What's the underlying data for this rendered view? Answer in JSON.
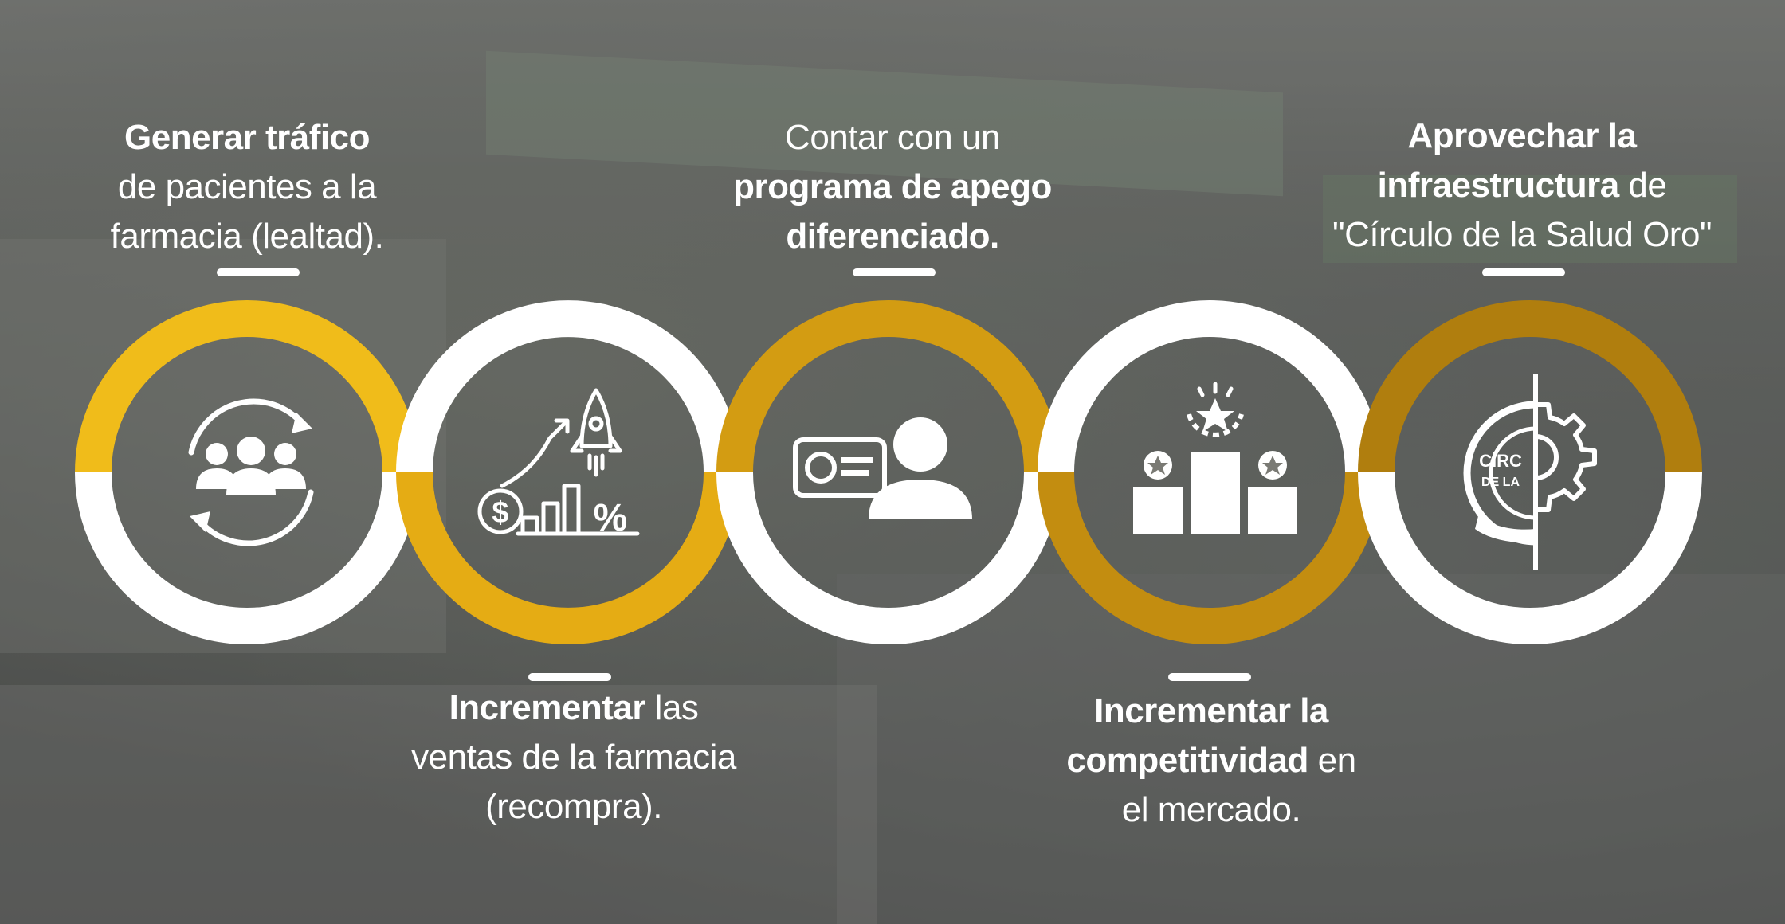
{
  "colors": {
    "ring_gold_1": "#F0BC1A",
    "ring_gold_2": "#E5AC14",
    "ring_gold_3": "#D39C12",
    "ring_gold_4": "#C38D10",
    "ring_gold_5": "#B07E0E",
    "ring_white": "#FFFFFF"
  },
  "steps": [
    {
      "bold": "Generar tráfico",
      "rest_1": "de pacientes a la",
      "rest_2": "farmacia (lealtad).",
      "icon": "people-cycle-icon"
    },
    {
      "bold": "Incrementar",
      "rest_1": " las",
      "rest_2": "ventas de la farmacia",
      "rest_3": "(recompra).",
      "icon": "growth-rocket-icon"
    },
    {
      "line_1": "Contar con un",
      "bold_1": "programa de apego",
      "bold_2": "diferenciado.",
      "icon": "member-card-icon"
    },
    {
      "bold_1": "Incrementar la",
      "bold_2": "competitividad",
      "rest_2": " en",
      "rest_3": "el mercado.",
      "icon": "podium-icon"
    },
    {
      "bold_1": "Aprovechar la",
      "bold_2": "infraestructura",
      "rest_2": " de",
      "rest_3": "\"Círculo de la Salud Oro\"",
      "icon": "logo-gear-icon"
    }
  ],
  "logo_text": {
    "line_1": "CÍRC",
    "line_2": "DE LA"
  }
}
